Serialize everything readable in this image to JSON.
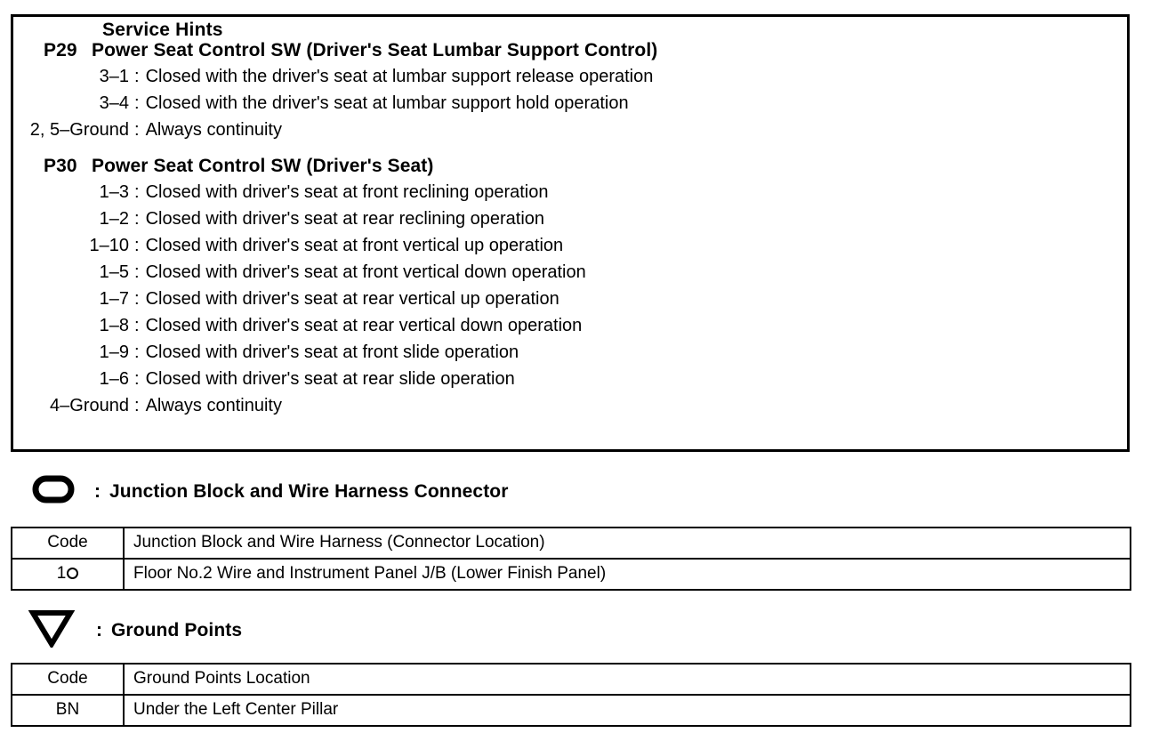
{
  "service_hints": {
    "legend_title": "Service Hints",
    "groups": [
      {
        "code": "P29",
        "title": "Power Seat Control SW (Driver's Seat Lumbar Support Control)",
        "rows": [
          {
            "pins": "3–1",
            "sep": ":",
            "condition": "Closed with the driver's seat at lumbar support release operation"
          },
          {
            "pins": "3–4",
            "sep": ":",
            "condition": "Closed with the driver's seat at lumbar support hold operation"
          },
          {
            "pins": "2, 5–Ground",
            "sep": ":",
            "condition": "Always continuity"
          }
        ]
      },
      {
        "code": "P30",
        "title": "Power Seat Control SW (Driver's Seat)",
        "rows": [
          {
            "pins": "1–3",
            "sep": ":",
            "condition": "Closed with driver's seat at front reclining operation"
          },
          {
            "pins": "1–2",
            "sep": ":",
            "condition": "Closed with driver's seat at rear reclining operation"
          },
          {
            "pins": "1–10",
            "sep": ":",
            "condition": "Closed with driver's seat at front vertical up operation"
          },
          {
            "pins": "1–5",
            "sep": ":",
            "condition": "Closed with driver's seat at front vertical down operation"
          },
          {
            "pins": "1–7",
            "sep": ":",
            "condition": "Closed with driver's seat at rear vertical up operation"
          },
          {
            "pins": "1–8",
            "sep": ":",
            "condition": "Closed with driver's seat at rear vertical down operation"
          },
          {
            "pins": "1–9",
            "sep": ":",
            "condition": "Closed with driver's seat at front slide operation"
          },
          {
            "pins": "1–6",
            "sep": ":",
            "condition": "Closed with driver's seat at rear slide operation"
          },
          {
            "pins": "4–Ground",
            "sep": ":",
            "condition": "Always continuity"
          }
        ]
      }
    ]
  },
  "junction_block": {
    "icon": "rounded-rectangle-connector-icon",
    "colon": ":",
    "legend_label": "Junction Block and Wire Harness Connector",
    "table": {
      "headers": [
        "Code",
        "Junction Block and Wire Harness (Connector Location)"
      ],
      "rows": [
        {
          "code": "1",
          "code_suffix_icon": "circle-glyph",
          "location": "Floor No.2 Wire and Instrument Panel J/B (Lower Finish Panel)"
        }
      ]
    }
  },
  "ground_points": {
    "icon": "down-triangle-ground-icon",
    "colon": ":",
    "legend_label": "Ground Points",
    "table": {
      "headers": [
        "Code",
        "Ground Points Location"
      ],
      "rows": [
        {
          "code": "BN",
          "location": "Under the Left Center Pillar"
        }
      ]
    }
  },
  "colors": {
    "ink": "#000000",
    "paper": "#ffffff"
  }
}
